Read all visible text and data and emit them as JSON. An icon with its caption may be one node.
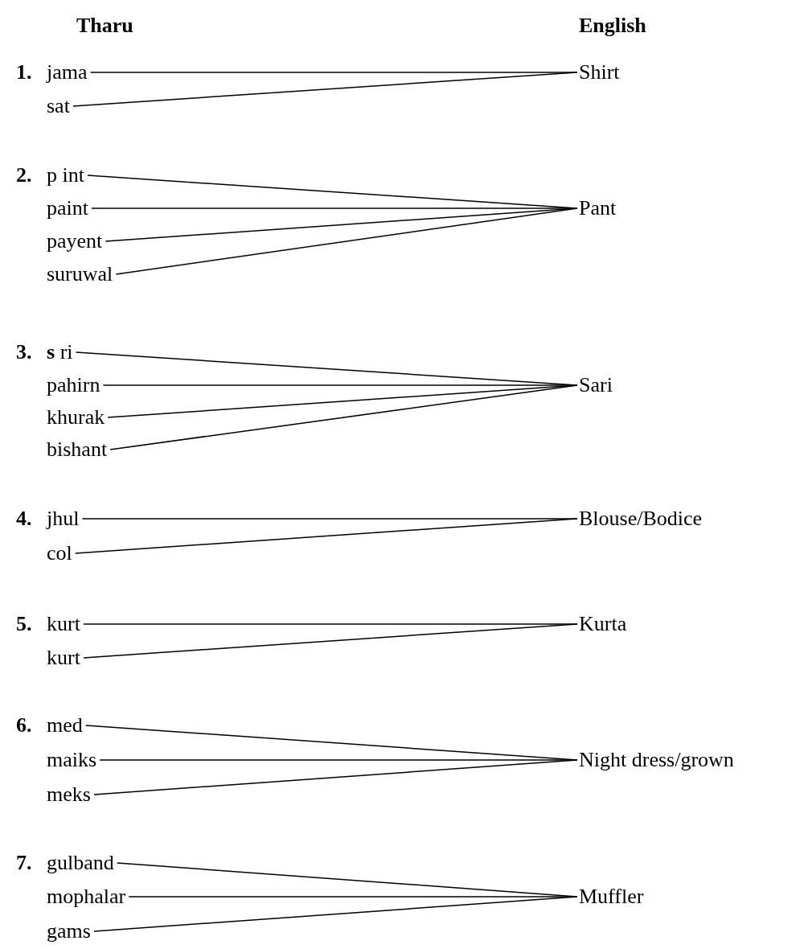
{
  "diagram": {
    "nodes": [
      {
        "text": [
          "jama"
        ]
      },
      {
        "text": [
          "sat"
        ]
      },
      {
        "text": [
          "Shirt"
        ]
      },
      {
        "text": [
          "p int"
        ]
      },
      {
        "text": [
          "paint"
        ]
      },
      {
        "text": [
          "payent"
        ]
      },
      {
        "text": [
          "suruwal"
        ]
      },
      {
        "text": [
          "Pant"
        ]
      },
      {
        "text": [
          "**s** ri"
        ]
      },
      {
        "text": [
          "pahirn"
        ]
      },
      {
        "text": [
          "khurak"
        ]
      },
      {
        "text": [
          "bishant"
        ]
      },
      {
        "text": [
          "Sari"
        ]
      },
      {
        "text": [
          "jhul"
        ]
      },
      {
        "text": [
          "col"
        ]
      },
      {
        "text": [
          "Blouse/Bodice"
        ]
      },
      {
        "text": [
          "kurt"
        ]
      },
      {
        "text": [
          "kurt"
        ]
      },
      {
        "text": [
          "Kurta"
        ]
      },
      {
        "text": [
          "med"
        ]
      },
      {
        "text": [
          "maiks"
        ]
      },
      {
        "text": [
          "meks"
        ]
      },
      {
        "text": [
          "Night dress/grown"
        ]
      },
      {
        "text": [
          "gulband"
        ]
      },
      {
        "text": [
          "mophalar"
        ]
      },
      {
        "text": [
          "gams"
        ]
      },
      {
        "text": [
          "Muffler"
        ]
      }
    ],
    "edges": [
      {
        "from": 0,
        "to": 2,
        "arrow": "none"
      },
      {
        "from": 1,
        "to": 2,
        "arrow": "none"
      },
      {
        "from": 3,
        "to": 7,
        "arrow": "none"
      },
      {
        "from": 4,
        "to": 7,
        "arrow": "none"
      },
      {
        "from": 5,
        "to": 7,
        "arrow": "none"
      },
      {
        "from": 6,
        "to": 7,
        "arrow": "none"
      },
      {
        "from": 8,
        "to": 12,
        "arrow": "none"
      },
      {
        "from": 9,
        "to": 12,
        "arrow": "none"
      },
      {
        "from": 10,
        "to": 12,
        "arrow": "none"
      },
      {
        "from": 11,
        "to": 12,
        "arrow": "none"
      },
      {
        "from": 13,
        "to": 15,
        "arrow": "none"
      },
      {
        "from": 14,
        "to": 15,
        "arrow": "none"
      },
      {
        "from": 16,
        "to": 18,
        "arrow": "none"
      },
      {
        "from": 17,
        "to": 18,
        "arrow": "none"
      },
      {
        "from": 19,
        "to": 22,
        "arrow": "none"
      },
      {
        "from": 20,
        "to": 22,
        "arrow": "none"
      },
      {
        "from": 21,
        "to": 22,
        "arrow": "none"
      },
      {
        "from": 23,
        "to": 26,
        "arrow": "none"
      },
      {
        "from": 24,
        "to": 26,
        "arrow": "none"
      },
      {
        "from": 25,
        "to": 26,
        "arrow": "none"
      }
    ],
    "labels": [
      "Tharu",
      "English",
      "1.",
      "2.",
      "3.",
      "4.",
      "5.",
      "6.",
      "7."
    ]
  }
}
